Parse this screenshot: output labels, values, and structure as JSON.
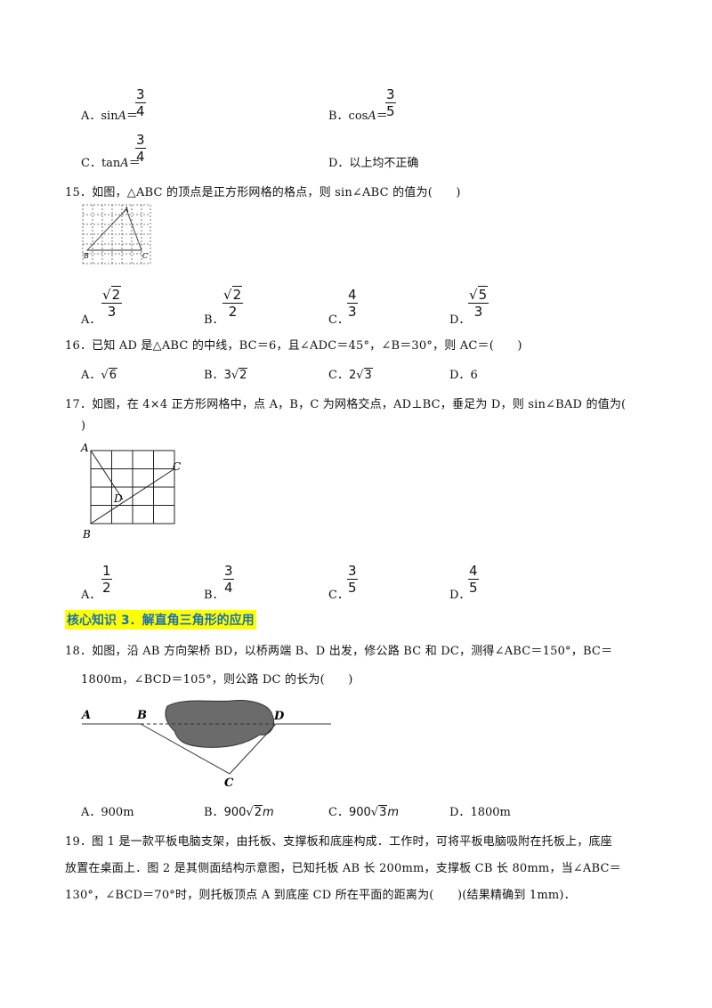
{
  "q14_options": {
    "A": {
      "prefix": "A．sin",
      "var": "A",
      "eq": "＝",
      "num": "3",
      "den": "4"
    },
    "B": {
      "prefix": "B．cos",
      "var": "A",
      "eq": "＝",
      "num": "3",
      "den": "5"
    },
    "C": {
      "prefix": "C．tan",
      "var": "A",
      "eq": "＝",
      "num": "3",
      "den": "4"
    },
    "D": {
      "text": "D．以上均不正确"
    }
  },
  "q15": {
    "text": "15．如图，△ABC 的顶点是正方形网格的格点，则 sin∠ABC 的值为(　　)",
    "diagram_labels": {
      "A": "A",
      "B": "B",
      "C": "C"
    },
    "options": [
      {
        "letter": "A．",
        "num_rad": "2",
        "den": "3"
      },
      {
        "letter": "B．",
        "num_rad": "2",
        "den": "2"
      },
      {
        "letter": "C．",
        "num": "4",
        "den": "3"
      },
      {
        "letter": "D．",
        "num_rad": "5",
        "den": "3"
      }
    ]
  },
  "q16": {
    "text": "16．已知 AD 是△ABC 的中线，BC＝6，且∠ADC＝45°，∠B＝30°，则 AC＝(　　)",
    "options": [
      {
        "letter": "A．",
        "coef": "",
        "rad": "6"
      },
      {
        "letter": "B．",
        "coef": "3",
        "rad": "2"
      },
      {
        "letter": "C．",
        "coef": "2",
        "rad": "3"
      },
      {
        "letter": "D．",
        "plain": "6"
      }
    ]
  },
  "q17": {
    "text": "17．如图，在 4×4 正方形网格中，点 A，B，C 为网格交点，AD⊥BC，垂足为 D，则 sin∠BAD 的值为(",
    "text_cont": ")",
    "diagram_labels": {
      "A": "A",
      "B": "B",
      "C": "C",
      "D": "D"
    },
    "options": [
      {
        "letter": "A．",
        "num": "1",
        "den": "2"
      },
      {
        "letter": "B．",
        "num": "3",
        "den": "4"
      },
      {
        "letter": "C．",
        "num": "3",
        "den": "5"
      },
      {
        "letter": "D．",
        "num": "4",
        "den": "5"
      }
    ]
  },
  "section_heading": "核心知识 3．解直角三角形的应用",
  "q18": {
    "line1": "18．如图，沿 AB 方向架桥 BD，以桥两端 B、D 出发，修公路 BC 和 DC，测得∠ABC＝150°，BC＝",
    "line2": "1800m，∠BCD＝105°，则公路 DC 的长为(　　)",
    "diagram_labels": {
      "A": "A",
      "B": "B",
      "C": "C",
      "D": "D"
    },
    "options": [
      {
        "letter": "A．",
        "text": "900m"
      },
      {
        "letter": "B．",
        "coef": "900",
        "rad": "2",
        "unit": "m"
      },
      {
        "letter": "C．",
        "coef": "900",
        "rad": "3",
        "unit": "m"
      },
      {
        "letter": "D．",
        "text": "1800m"
      }
    ]
  },
  "q19": {
    "line1": "19．图 1 是一款平板电脑支架，由托板、支撑板和底座构成．工作时，可将平板电脑吸附在托板上，底座",
    "line2": "放置在桌面上．图 2 是其侧面结构示意图，已知托板 AB 长 200mm，支撑板 CB 长 80mm，当∠ABC＝",
    "line3": "130°，∠BCD＝70°时，则托板顶点 A 到底座 CD 所在平面的距离为(　　)(结果精确到 1mm)．"
  }
}
